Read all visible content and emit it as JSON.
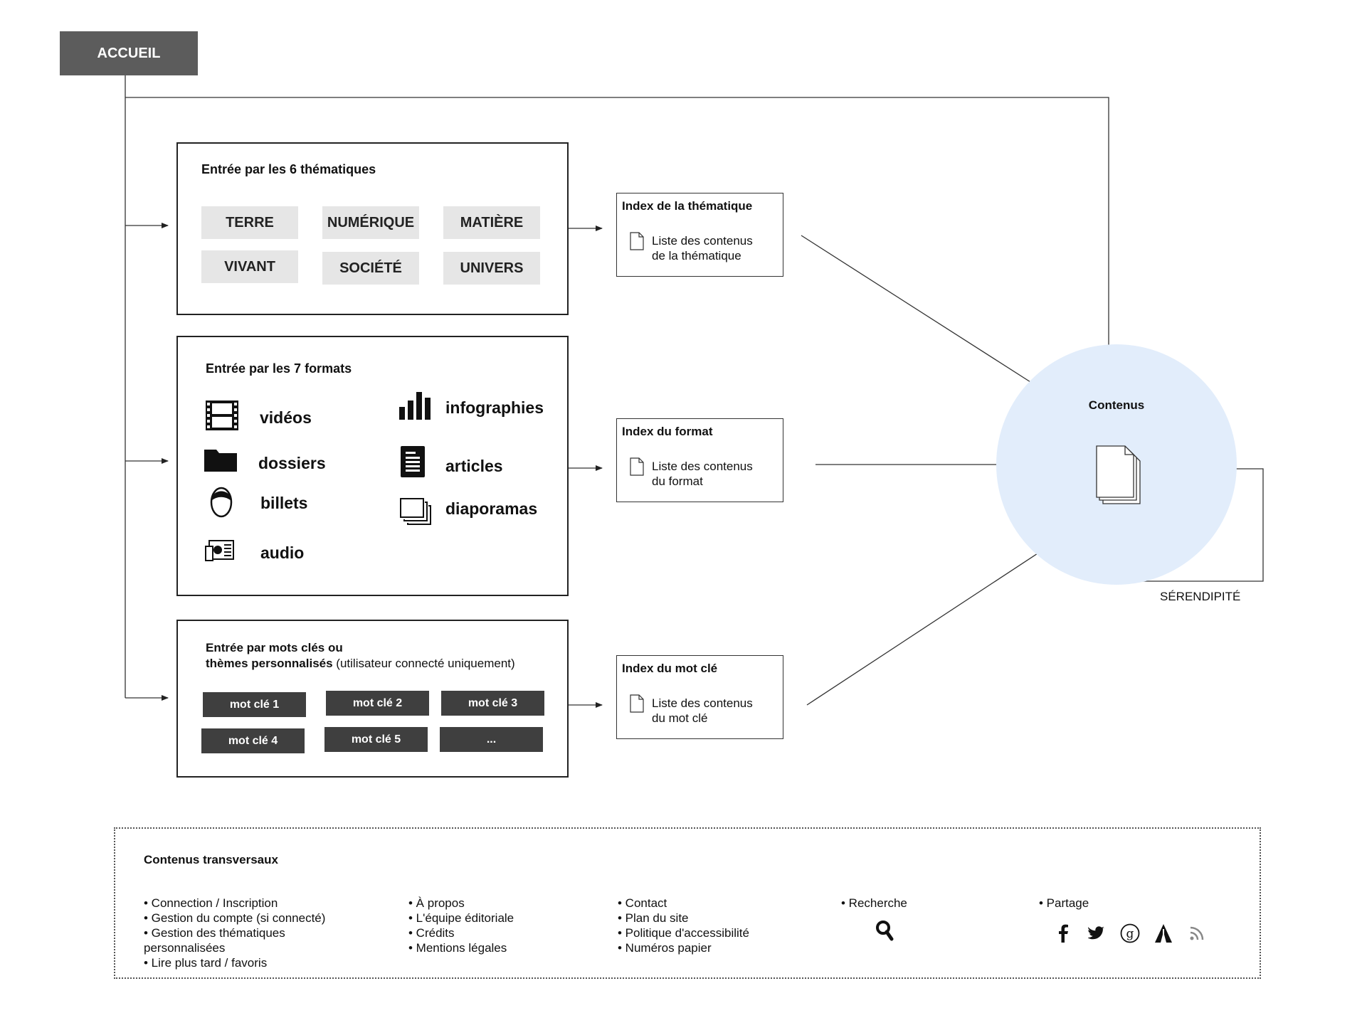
{
  "home": {
    "label": "ACCUEIL"
  },
  "themes": {
    "title": "Entrée par les 6 thématiques",
    "items": [
      "TERRE",
      "NUMÉRIQUE",
      "MATIÈRE",
      "VIVANT",
      "SOCIÉTÉ",
      "UNIVERS"
    ]
  },
  "formats": {
    "title": "Entrée par les 7 formats",
    "items": [
      {
        "label": "vidéos",
        "icon": "film-icon"
      },
      {
        "label": "infographies",
        "icon": "bar-chart-icon"
      },
      {
        "label": "dossiers",
        "icon": "folder-icon"
      },
      {
        "label": "articles",
        "icon": "document-icon"
      },
      {
        "label": "billets",
        "icon": "person-icon"
      },
      {
        "label": "diaporamas",
        "icon": "slides-icon"
      },
      {
        "label": "audio",
        "icon": "radio-icon"
      }
    ]
  },
  "keywords": {
    "title_bold_1": "Entrée par mots clés ou",
    "title_bold_2": "thèmes personnalisés",
    "title_note": " (utilisateur connecté uniquement)",
    "items": [
      "mot clé 1",
      "mot clé 2",
      "mot clé 3",
      "mot clé 4",
      "mot clé 5",
      "..."
    ]
  },
  "indexes": {
    "theme": {
      "title": "Index de la thématique",
      "line1": "Liste des contenus",
      "line2": "de la thématique"
    },
    "format": {
      "title": "Index du format",
      "line1": "Liste des contenus",
      "line2": "du format"
    },
    "keyword": {
      "title": "Index du mot clé",
      "line1": "Liste des contenus",
      "line2": "du mot clé"
    }
  },
  "contents": {
    "label": "Contenus",
    "loop_label": "SÉRENDIPITÉ",
    "circle_color": "#e2edfb"
  },
  "footer": {
    "title": "Contenus transversaux",
    "col1": [
      "• Connection / Inscription",
      "• Gestion du compte (si connecté)",
      "• Gestion des thématiques",
      "personnalisées",
      "• Lire plus tard / favoris"
    ],
    "col2": [
      "• À propos",
      "• L'équipe éditoriale",
      "• Crédits",
      "• Mentions légales"
    ],
    "col3": [
      "• Contact",
      "• Plan du site",
      "• Politique d'accessibilité",
      "• Numéros papier"
    ],
    "col4": [
      "• Recherche"
    ],
    "col5": [
      "• Partage"
    ],
    "share_icons": [
      "facebook-icon",
      "twitter-icon",
      "google-plus-icon",
      "netvibes-icon",
      "rss-icon"
    ]
  }
}
